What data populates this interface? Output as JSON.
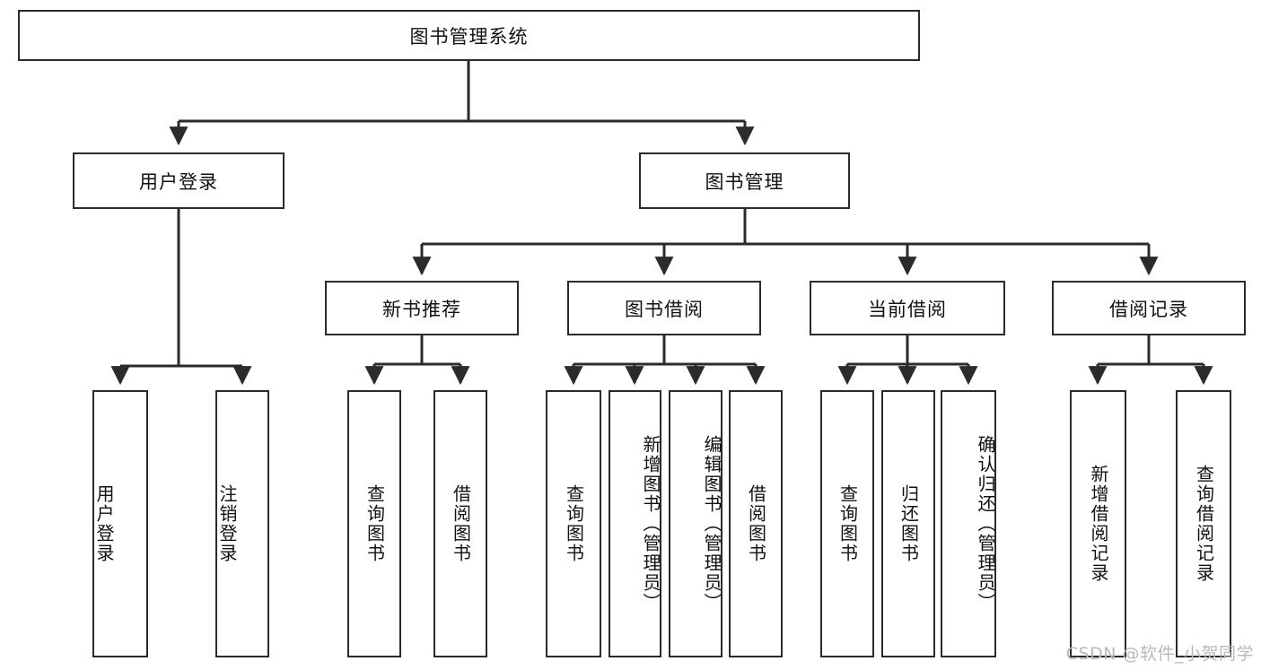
{
  "diagram": {
    "title": "图书管理系统",
    "watermark": "CSDN @软件_小贺同学",
    "root": {
      "label": "图书管理系统"
    },
    "level2": [
      {
        "label": "用户登录"
      },
      {
        "label": "图书管理"
      }
    ],
    "level3": [
      {
        "label": "新书推荐"
      },
      {
        "label": "图书借阅"
      },
      {
        "label": "当前借阅"
      },
      {
        "label": "借阅记录"
      }
    ],
    "leaves": [
      {
        "label": "用户登录"
      },
      {
        "label": "注销登录"
      },
      {
        "label": "查询图书"
      },
      {
        "label": "借阅图书"
      },
      {
        "label": "查询图书"
      },
      {
        "label": "新增图书（管理员）"
      },
      {
        "label": "编辑图书（管理员）"
      },
      {
        "label": "借阅图书"
      },
      {
        "label": "查询图书"
      },
      {
        "label": "归还图书"
      },
      {
        "label": "确认归还（管理员）"
      },
      {
        "label": "新增借阅记录"
      },
      {
        "label": "查询借阅记录"
      }
    ]
  }
}
